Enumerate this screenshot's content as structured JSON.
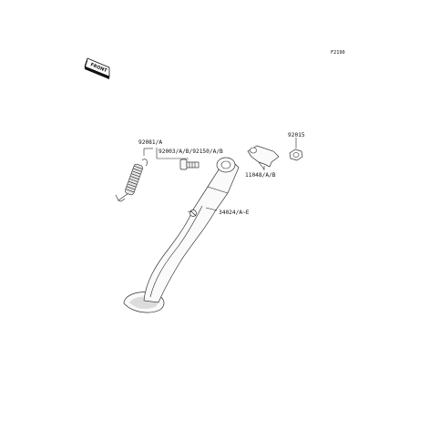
{
  "figure_code": "F2190",
  "front_badge": "FRONT",
  "callouts": {
    "spring": "92081/A",
    "bolt": "92003/A/B/92150/A/B",
    "nut": "92015",
    "bracket": "11048/A/B",
    "stand": "34024/A~E"
  }
}
